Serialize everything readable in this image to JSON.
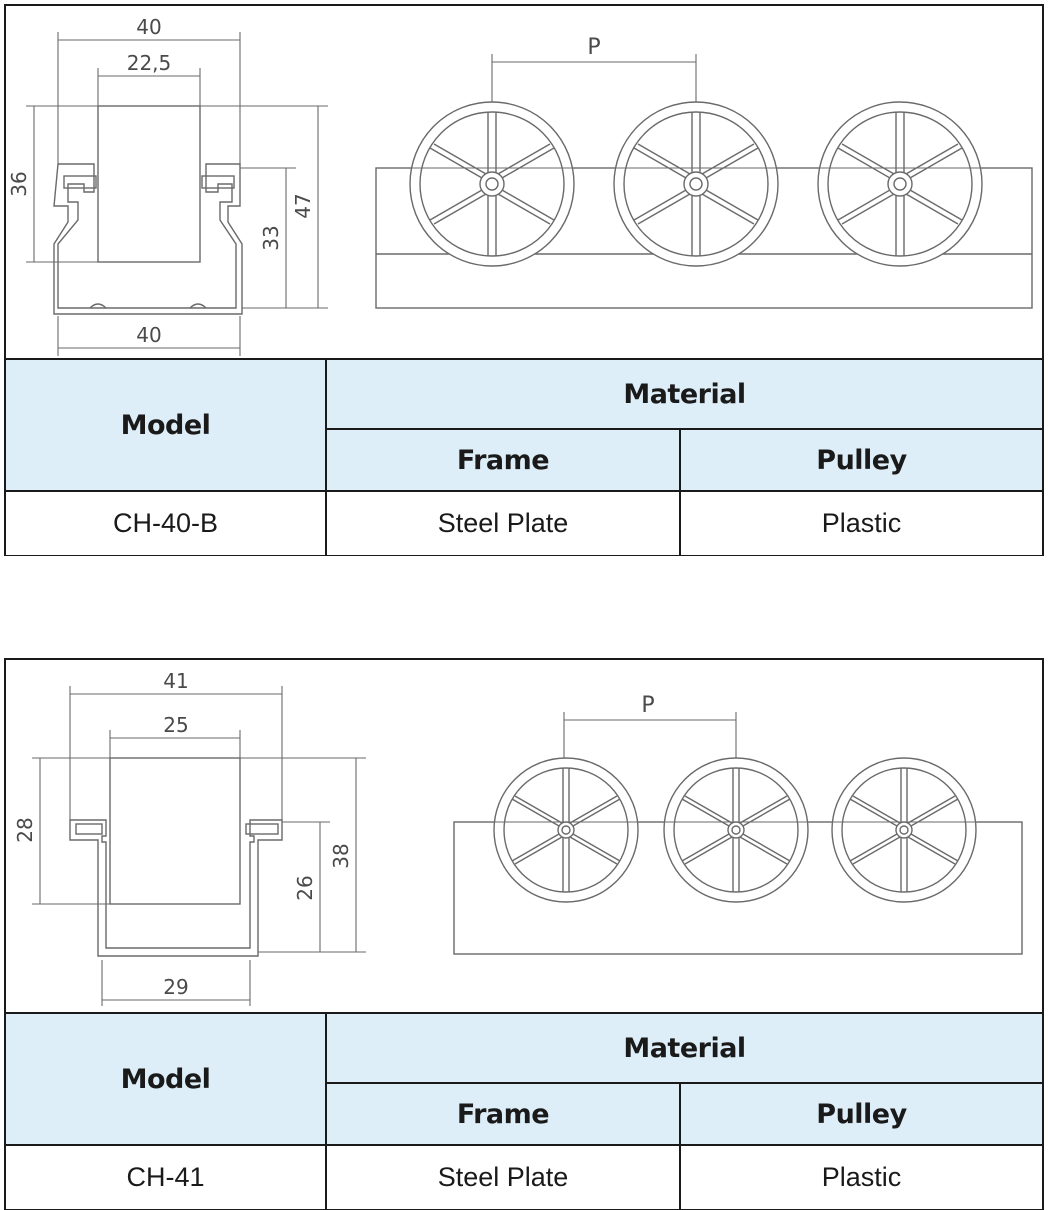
{
  "panels": [
    {
      "profile_dims": {
        "top_outer": "40",
        "top_inner": "22,5",
        "left_height": "36",
        "inner_height": "33",
        "right_height": "47",
        "bottom_width": "40"
      },
      "pitch_label": "P",
      "table": {
        "model_header": "Model",
        "material_header": "Material",
        "frame_header": "Frame",
        "pulley_header": "Pulley",
        "model": "CH-40-B",
        "frame": "Steel Plate",
        "pulley": "Plastic"
      }
    },
    {
      "profile_dims": {
        "top_outer": "41",
        "top_inner": "25",
        "left_height": "28",
        "inner_height": "26",
        "right_height": "38",
        "bottom_width": "29"
      },
      "pitch_label": "P",
      "table": {
        "model_header": "Model",
        "material_header": "Material",
        "frame_header": "Frame",
        "pulley_header": "Pulley",
        "model": "CH-41",
        "frame": "Steel Plate",
        "pulley": "Plastic"
      }
    }
  ],
  "colors": {
    "header_bg": "#ddeef8",
    "border": "#1a1a1a",
    "line": "#6a6a6a"
  }
}
